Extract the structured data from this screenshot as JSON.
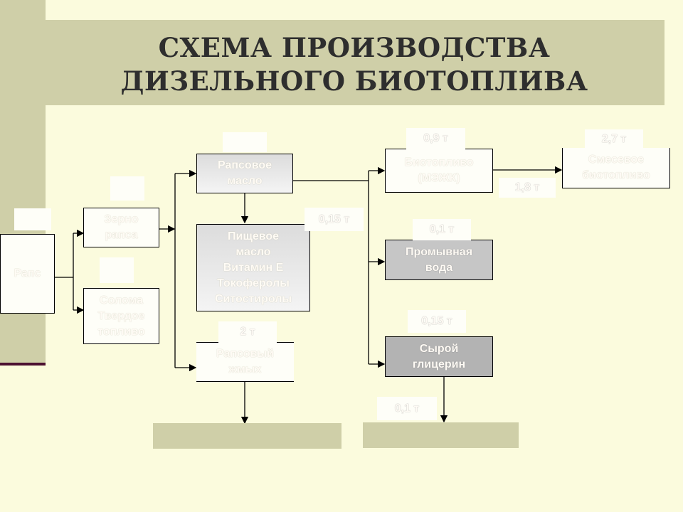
{
  "title": {
    "line1": "СХЕМА ПРОИЗВОДСТВА",
    "line2": "ДИЗЕЛЬНОГО БИОТОПЛИВА"
  },
  "nodes": {
    "raps": "Рапс",
    "grain": "Зерно\nрапса",
    "straw": "Солома\nТвердое\nтопливо",
    "rapeseed_oil": "Рапсовое\nмасло",
    "food_oil": "Пищевое\nмасло\nВитамин Е\nТокоферолы\nСитостиролы",
    "rapeseed_cake": "Рапсовый\nжмых",
    "biodiesel": "Биотопливо\n(МЭЖК)",
    "blended_biofuel": "Смесевое\nбиотопливо",
    "wash_water": "Промывная\nвода",
    "crude_glycerin": "Сырой\nглицерин"
  },
  "quantities": {
    "biodiesel": "0,9 т",
    "blended_biofuel": "2,7 т",
    "blend_input": "1,8 т",
    "oil_output": "0,15 т",
    "wash_water": "0,1 т",
    "crude_glycerin": "0,15 т",
    "rapeseed_cake": "2 т",
    "glycerin_output": "0,1 т"
  }
}
